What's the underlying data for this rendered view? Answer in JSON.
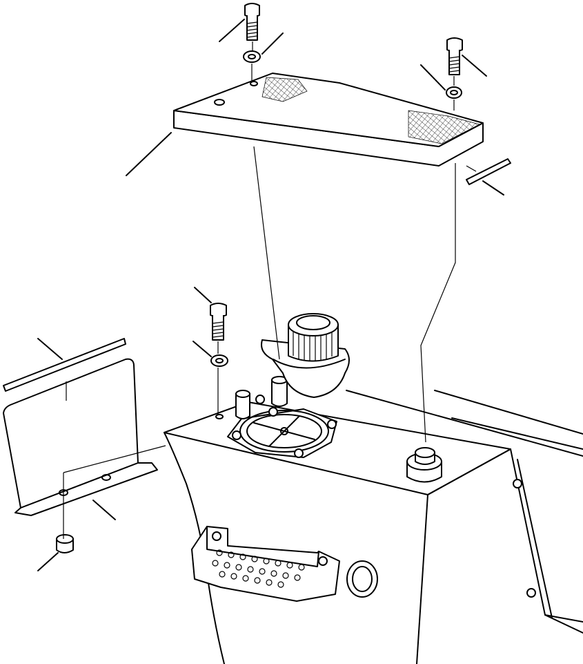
{
  "diagram": {
    "kind": "exploded-parts-view",
    "parts": [
      {
        "id": "bolt-top-left",
        "name": "bolt"
      },
      {
        "id": "washer-top-left",
        "name": "washer"
      },
      {
        "id": "bolt-top-right",
        "name": "bolt"
      },
      {
        "id": "washer-top-right",
        "name": "washer"
      },
      {
        "id": "step-cover",
        "name": "step-cover-with-anti-slip"
      },
      {
        "id": "trim-strip-right",
        "name": "trim-strip"
      },
      {
        "id": "bolt-middle",
        "name": "bolt"
      },
      {
        "id": "washer-middle",
        "name": "washer"
      },
      {
        "id": "trim-strip-left",
        "name": "trim-strip"
      },
      {
        "id": "mounting-bracket",
        "name": "l-bracket"
      },
      {
        "id": "nut-bottom-left",
        "name": "nut"
      },
      {
        "id": "breather-cap",
        "name": "filler-breather-cap"
      },
      {
        "id": "strainer-flange",
        "name": "strainer-cover-flange"
      },
      {
        "id": "spacer-left",
        "name": "spacer"
      },
      {
        "id": "spacer-right",
        "name": "spacer"
      },
      {
        "id": "tank-body",
        "name": "tank"
      },
      {
        "id": "access-step",
        "name": "step"
      },
      {
        "id": "drain-plug",
        "name": "plug"
      },
      {
        "id": "level-gauge-boss",
        "name": "boss"
      }
    ]
  }
}
